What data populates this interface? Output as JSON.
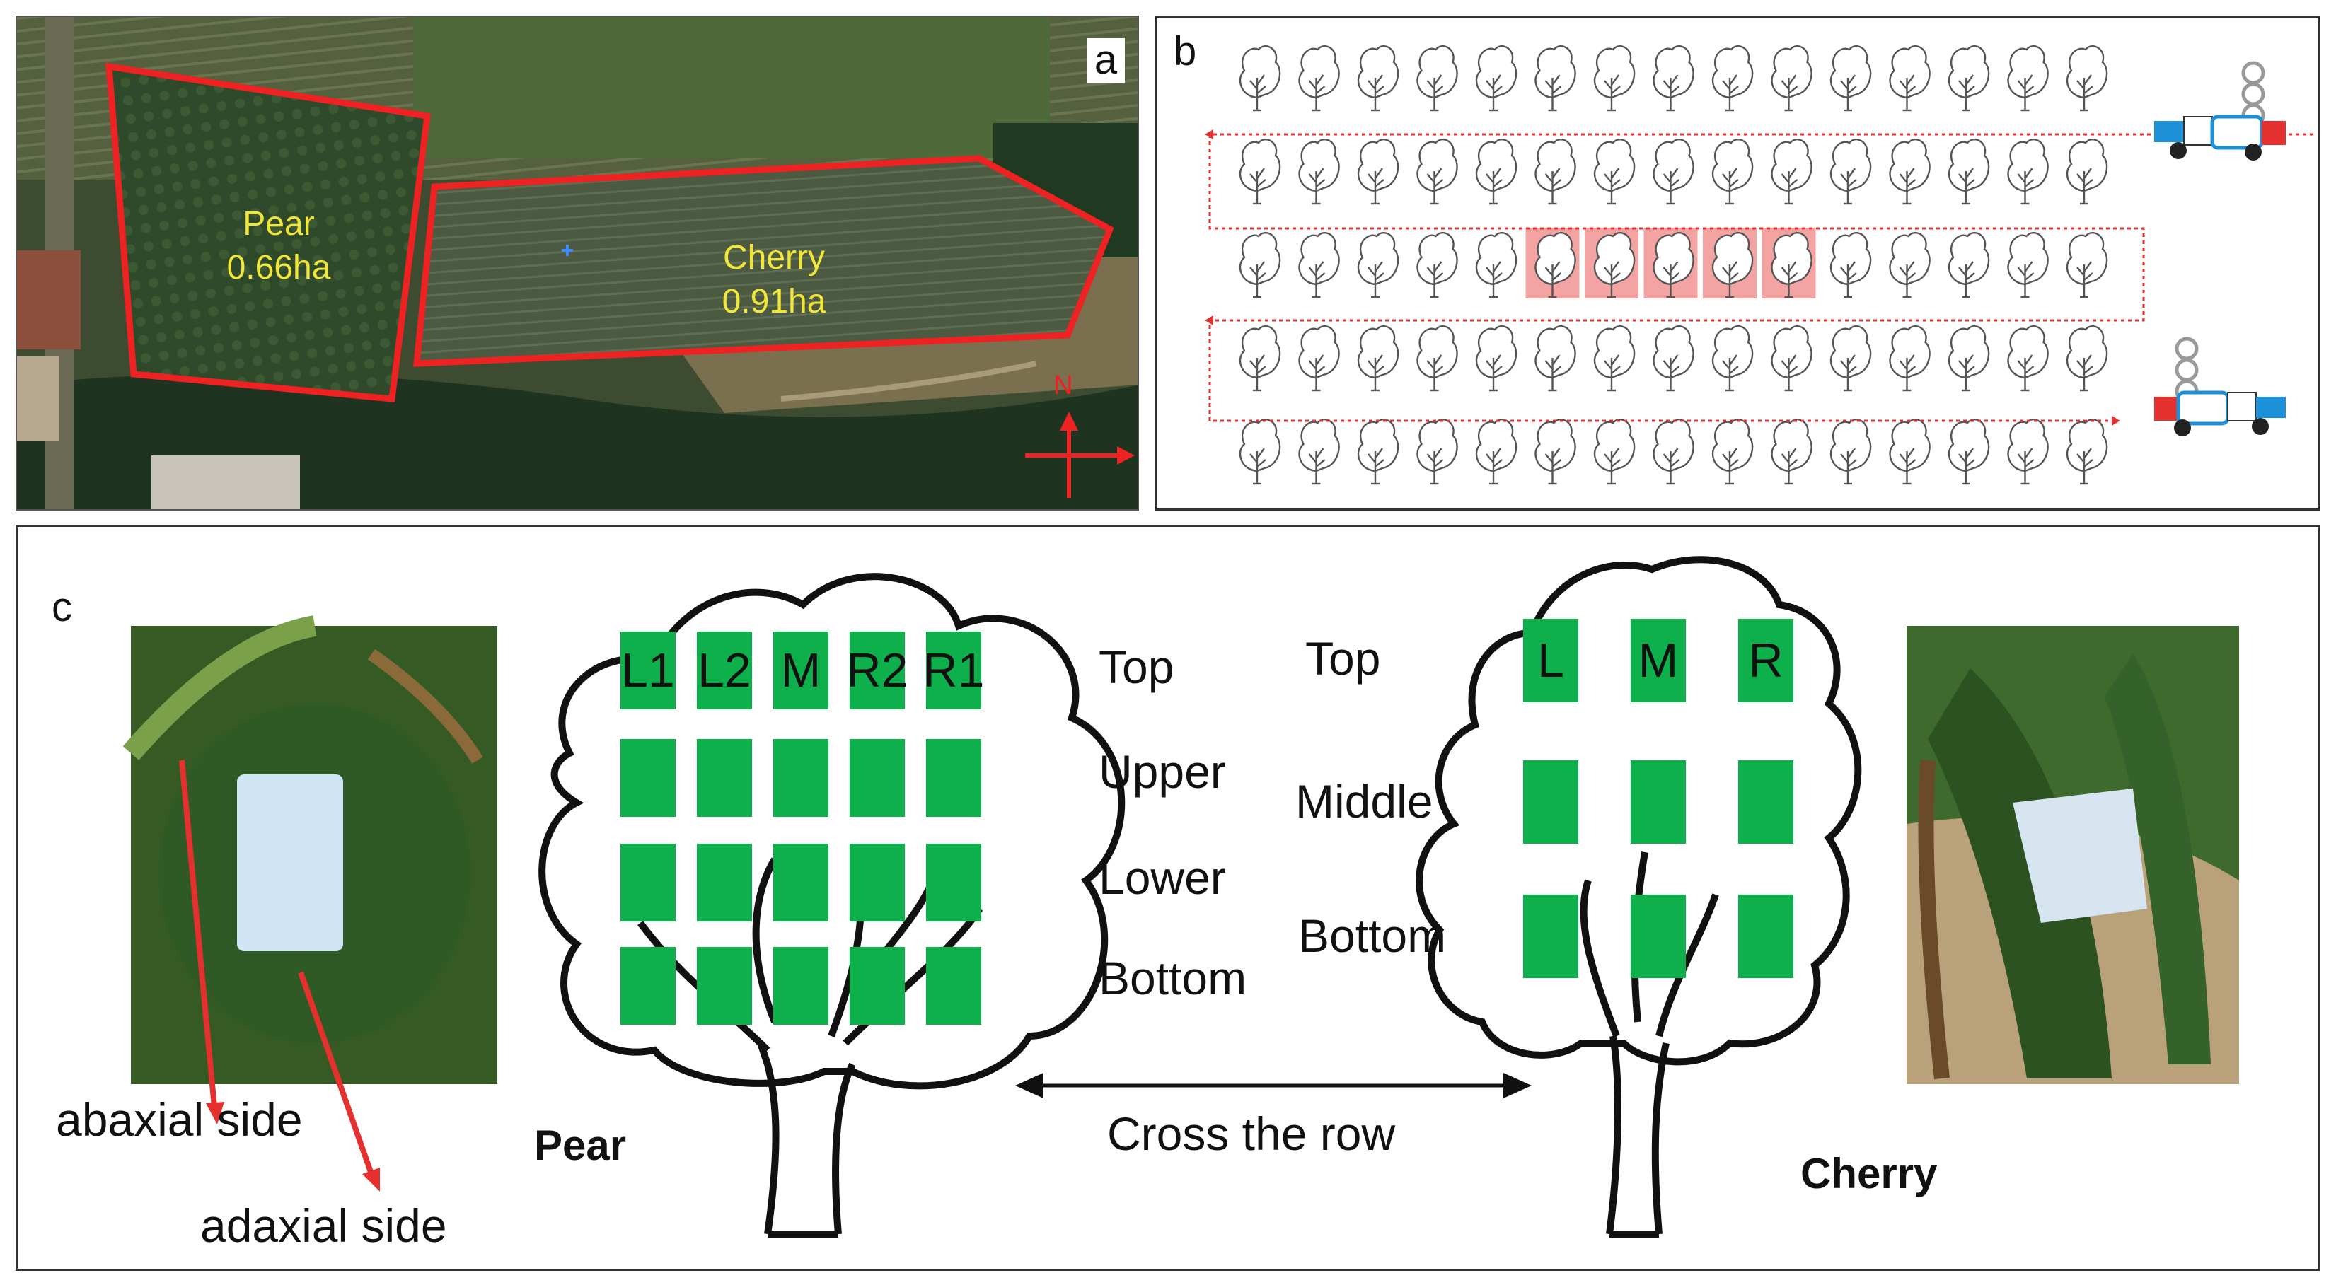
{
  "panel_a": {
    "letter": "a",
    "pear_name": "Pear",
    "pear_area": "0.66ha",
    "cherry_name": "Cherry",
    "cherry_area": "0.91ha",
    "north": "N"
  },
  "panel_b": {
    "letter": "b",
    "rows": 5,
    "trees_per_row": 15,
    "highlight_row": 3,
    "highlight_trees": [
      6,
      7,
      8,
      9,
      10
    ],
    "highlight_color": "#f4a3a3",
    "path_color": "#e53030"
  },
  "panel_c": {
    "letter": "c",
    "pear": {
      "label": "Pear",
      "columns": [
        "L1",
        "L2",
        "M",
        "R2",
        "R1"
      ],
      "layers": [
        "Top",
        "Upper",
        "Lower",
        "Bottom"
      ]
    },
    "cherry": {
      "label": "Cherry",
      "columns": [
        "L",
        "M",
        "R"
      ],
      "layers": [
        "Top",
        "Middle",
        "Bottom"
      ]
    },
    "cross_row": "Cross the row",
    "abaxial": "abaxial side",
    "adaxial": "adaxial side",
    "sample_color": "#0db04b"
  },
  "colors": {
    "boundary": "#ee2222",
    "area_text": "#f3e63a",
    "arrow": "#e53030"
  }
}
